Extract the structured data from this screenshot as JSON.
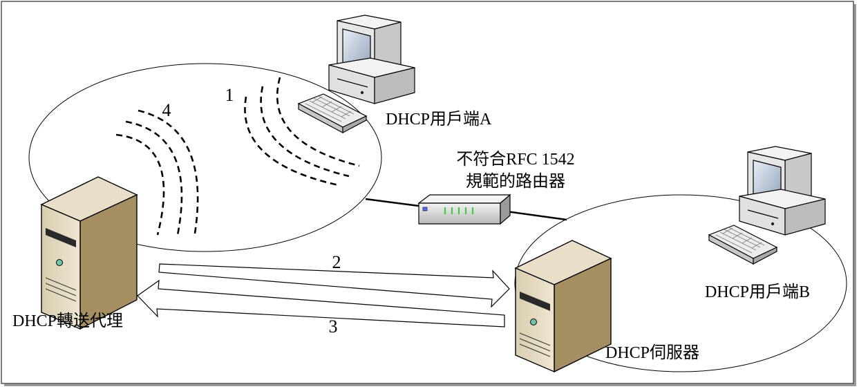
{
  "labels": {
    "client_a": "DHCP用戶端A",
    "client_b": "DHCP用戶端B",
    "router_line1": "不符合RFC 1542",
    "router_line2": "規範的路由器",
    "relay_agent": "DHCP轉送代理",
    "server": "DHCP伺服器"
  },
  "steps": {
    "step1": "1",
    "step2": "2",
    "step3": "3",
    "step4": "4"
  },
  "icons": {
    "client_a": "desktop-computer-icon",
    "client_b": "desktop-computer-icon",
    "router": "router-icon",
    "relay_agent": "tower-server-icon",
    "server": "tower-server-icon"
  },
  "colors": {
    "server_body": "#cdbf9e",
    "server_side": "#a08a60",
    "pc_body": "#e6e6e6",
    "pc_screen": "#c8d2e0",
    "router_led": "#46c846"
  }
}
